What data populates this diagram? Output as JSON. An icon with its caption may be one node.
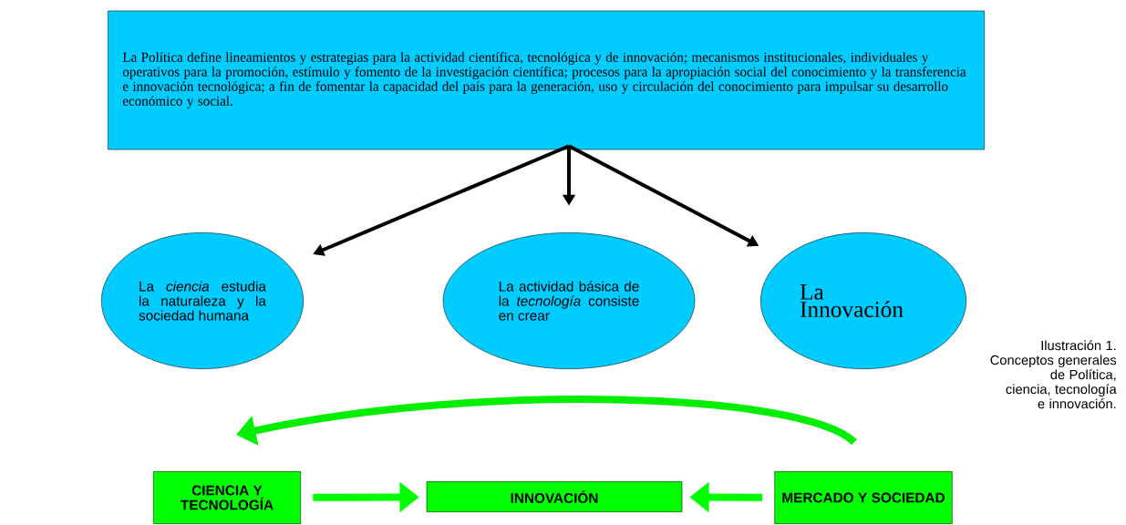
{
  "diagram": {
    "caption": "Ilustración 1. Conceptos generales de Política, ciencia, tecnología e innovación.",
    "nodes": [
      {
        "text": [
          "La Política define lineamientos y estrategias para la actividad científica, tecnológica y de innovación; mecanismos institucionales, individuales y operativos para la promoción, estímulo y fomento de la investigación científica; procesos para la apropiación social del conocimiento y la transferencia e innovación tecnológica; a fin de fomentar la capacidad del país para la generación, uso y circulación del conocimiento para impulsar su desarrollo económico y social."
        ]
      },
      {
        "text": [
          "La *ciencia* estudia la naturaleza y la sociedad humana"
        ]
      },
      {
        "text": [
          "La actividad básica de la *tecnología* consiste en crear"
        ]
      },
      {
        "text": [
          "La Innovación"
        ]
      },
      {
        "text": [
          "CIENCIA Y TECNOLOGÍA"
        ]
      },
      {
        "text": [
          "INNOVACIÓN"
        ]
      },
      {
        "text": [
          "MERCADO Y SOCIEDAD"
        ]
      }
    ],
    "edges": [
      {
        "from": 0,
        "to": 1,
        "arrow": "to"
      },
      {
        "from": 0,
        "to": 2,
        "arrow": "to"
      },
      {
        "from": 0,
        "to": 3,
        "arrow": "to"
      },
      {
        "from": 4,
        "to": 5,
        "arrow": "to",
        "style": "thick",
        "color": "#00ff00"
      },
      {
        "from": 6,
        "to": 5,
        "arrow": "to",
        "style": "thick",
        "color": "#00ff00"
      },
      {
        "from": 6,
        "to": 4,
        "arrow": "to",
        "style": "thick",
        "color": "#00ee00"
      }
    ]
  }
}
